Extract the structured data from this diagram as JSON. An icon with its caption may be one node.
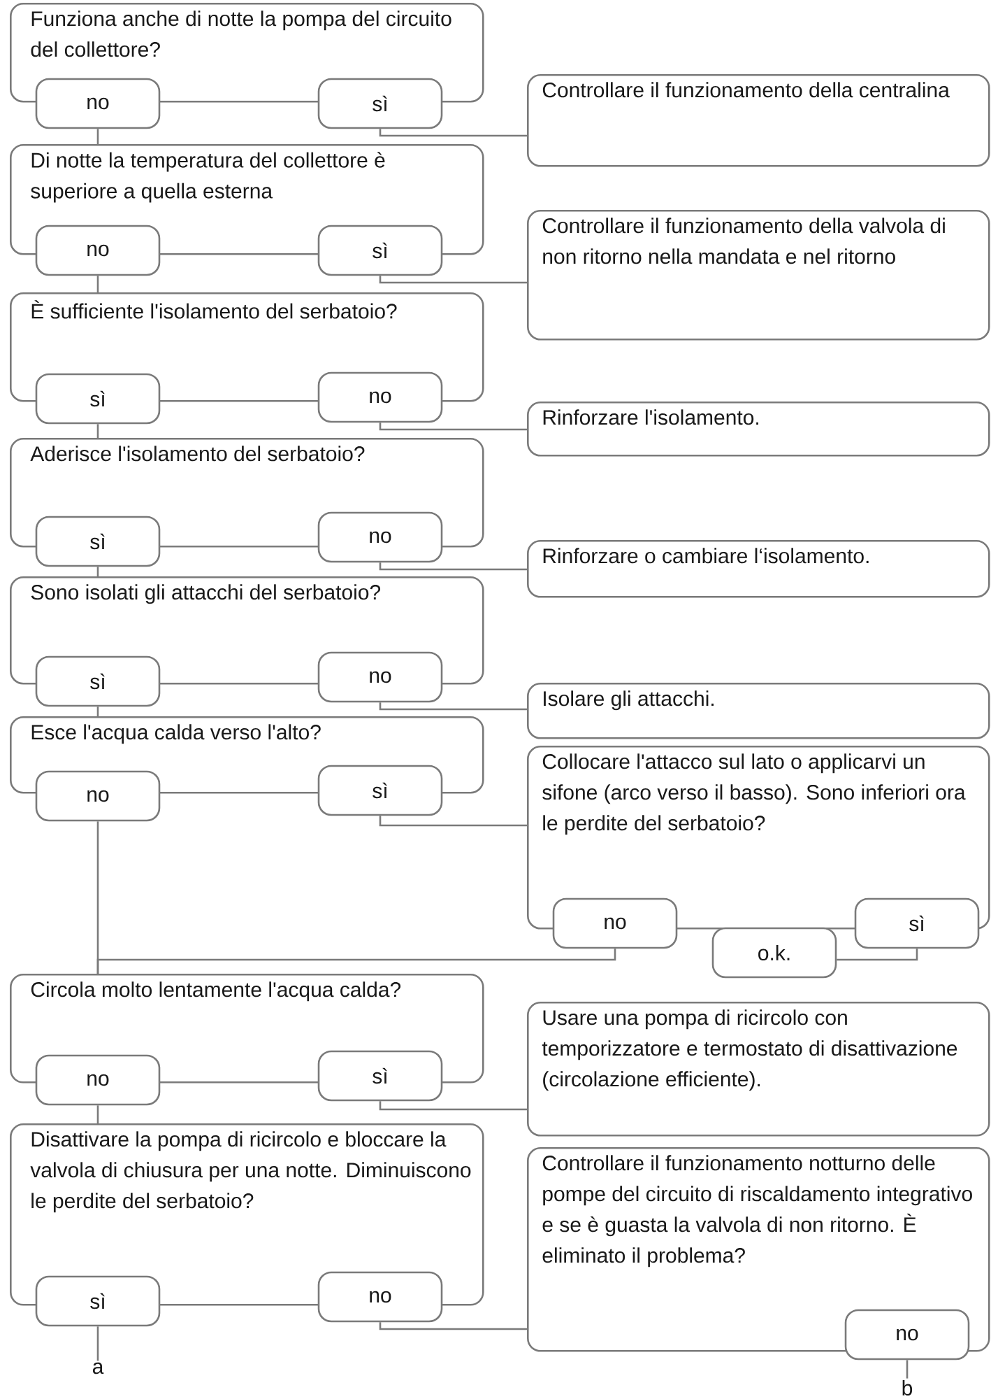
{
  "diagram": {
    "nodes": [
      {
        "text": [
          "Funziona anche di notte la pompa del circuito del collettore?"
        ]
      },
      {
        "text": [
          "no"
        ]
      },
      {
        "text": [
          "sì"
        ]
      },
      {
        "text": [
          "Controllare il funzionamento della centralina"
        ]
      },
      {
        "text": [
          "Di notte la temperatura del collettore è superiore a quella esterna"
        ]
      },
      {
        "text": [
          "no"
        ]
      },
      {
        "text": [
          "sì"
        ]
      },
      {
        "text": [
          "Controllare il funzionamento della valvola di non ritorno nella mandata e nel ritorno"
        ]
      },
      {
        "text": [
          "È sufficiente l'isolamento del serbatoio?"
        ]
      },
      {
        "text": [
          "sì"
        ]
      },
      {
        "text": [
          "no"
        ]
      },
      {
        "text": [
          "Rinforzare l'isolamento."
        ]
      },
      {
        "text": [
          "Aderisce l'isolamento del serbatoio?"
        ]
      },
      {
        "text": [
          "sì"
        ]
      },
      {
        "text": [
          "no"
        ]
      },
      {
        "text": [
          "Rinforzare o cambiare l‘isolamento."
        ]
      },
      {
        "text": [
          "Sono isolati gli attacchi del serbatoio?"
        ]
      },
      {
        "text": [
          "sì"
        ]
      },
      {
        "text": [
          "no"
        ]
      },
      {
        "text": [
          "Isolare gli attacchi."
        ]
      },
      {
        "text": [
          "Esce l'acqua calda verso l'alto?"
        ]
      },
      {
        "text": [
          "no"
        ]
      },
      {
        "text": [
          "sì"
        ]
      },
      {
        "text": [
          "Collocare l'attacco sul lato o applicarvi un sifone (arco verso il basso). Sono inferiori ora le perdite del serbatoio?"
        ]
      },
      {
        "text": [
          "no"
        ]
      },
      {
        "text": [
          "o.k."
        ]
      },
      {
        "text": [
          "sì"
        ]
      },
      {
        "text": [
          "Circola molto lentamente l'acqua calda?"
        ]
      },
      {
        "text": [
          "no"
        ]
      },
      {
        "text": [
          "sì"
        ]
      },
      {
        "text": [
          "Usare una pompa di ricircolo con temporizzatore e termostato di disattivazione (circolazione efficiente)."
        ]
      },
      {
        "text": [
          "Disattivare la pompa di ricircolo e bloccare la valvola di chiusura per una notte. Diminuiscono le perdite del serbatoio?"
        ]
      },
      {
        "text": [
          "sì"
        ]
      },
      {
        "text": [
          "no"
        ]
      },
      {
        "text": [
          "Controllare il funzionamento notturno delle pompe del circuito di riscaldamento integrativo e se è guasta la valvola di non ritorno. È eliminato il problema?"
        ]
      },
      {
        "text": [
          "no"
        ]
      },
      {
        "text": [
          "a"
        ]
      },
      {
        "text": [
          "b"
        ]
      }
    ],
    "edges": [
      {
        "from": 1,
        "to": 4,
        "arrow": "none"
      },
      {
        "from": 2,
        "to": 3,
        "arrow": "none"
      },
      {
        "from": 5,
        "to": 8,
        "arrow": "none"
      },
      {
        "from": 6,
        "to": 7,
        "arrow": "none"
      },
      {
        "from": 9,
        "to": 12,
        "arrow": "none"
      },
      {
        "from": 10,
        "to": 11,
        "arrow": "none"
      },
      {
        "from": 13,
        "to": 16,
        "arrow": "none"
      },
      {
        "from": 14,
        "to": 15,
        "arrow": "none"
      },
      {
        "from": 17,
        "to": 20,
        "arrow": "none"
      },
      {
        "from": 18,
        "to": 19,
        "arrow": "none"
      },
      {
        "from": 21,
        "to": 27,
        "arrow": "none"
      },
      {
        "from": 22,
        "to": 23,
        "arrow": "none"
      },
      {
        "from": 24,
        "to": 27,
        "arrow": "none"
      },
      {
        "from": 26,
        "to": 25,
        "arrow": "none"
      },
      {
        "from": 28,
        "to": 31,
        "arrow": "none"
      },
      {
        "from": 29,
        "to": 30,
        "arrow": "none"
      },
      {
        "from": 32,
        "to": 36,
        "arrow": "none"
      },
      {
        "from": 33,
        "to": 34,
        "arrow": "none"
      },
      {
        "from": 35,
        "to": 37,
        "arrow": "none"
      }
    ]
  }
}
